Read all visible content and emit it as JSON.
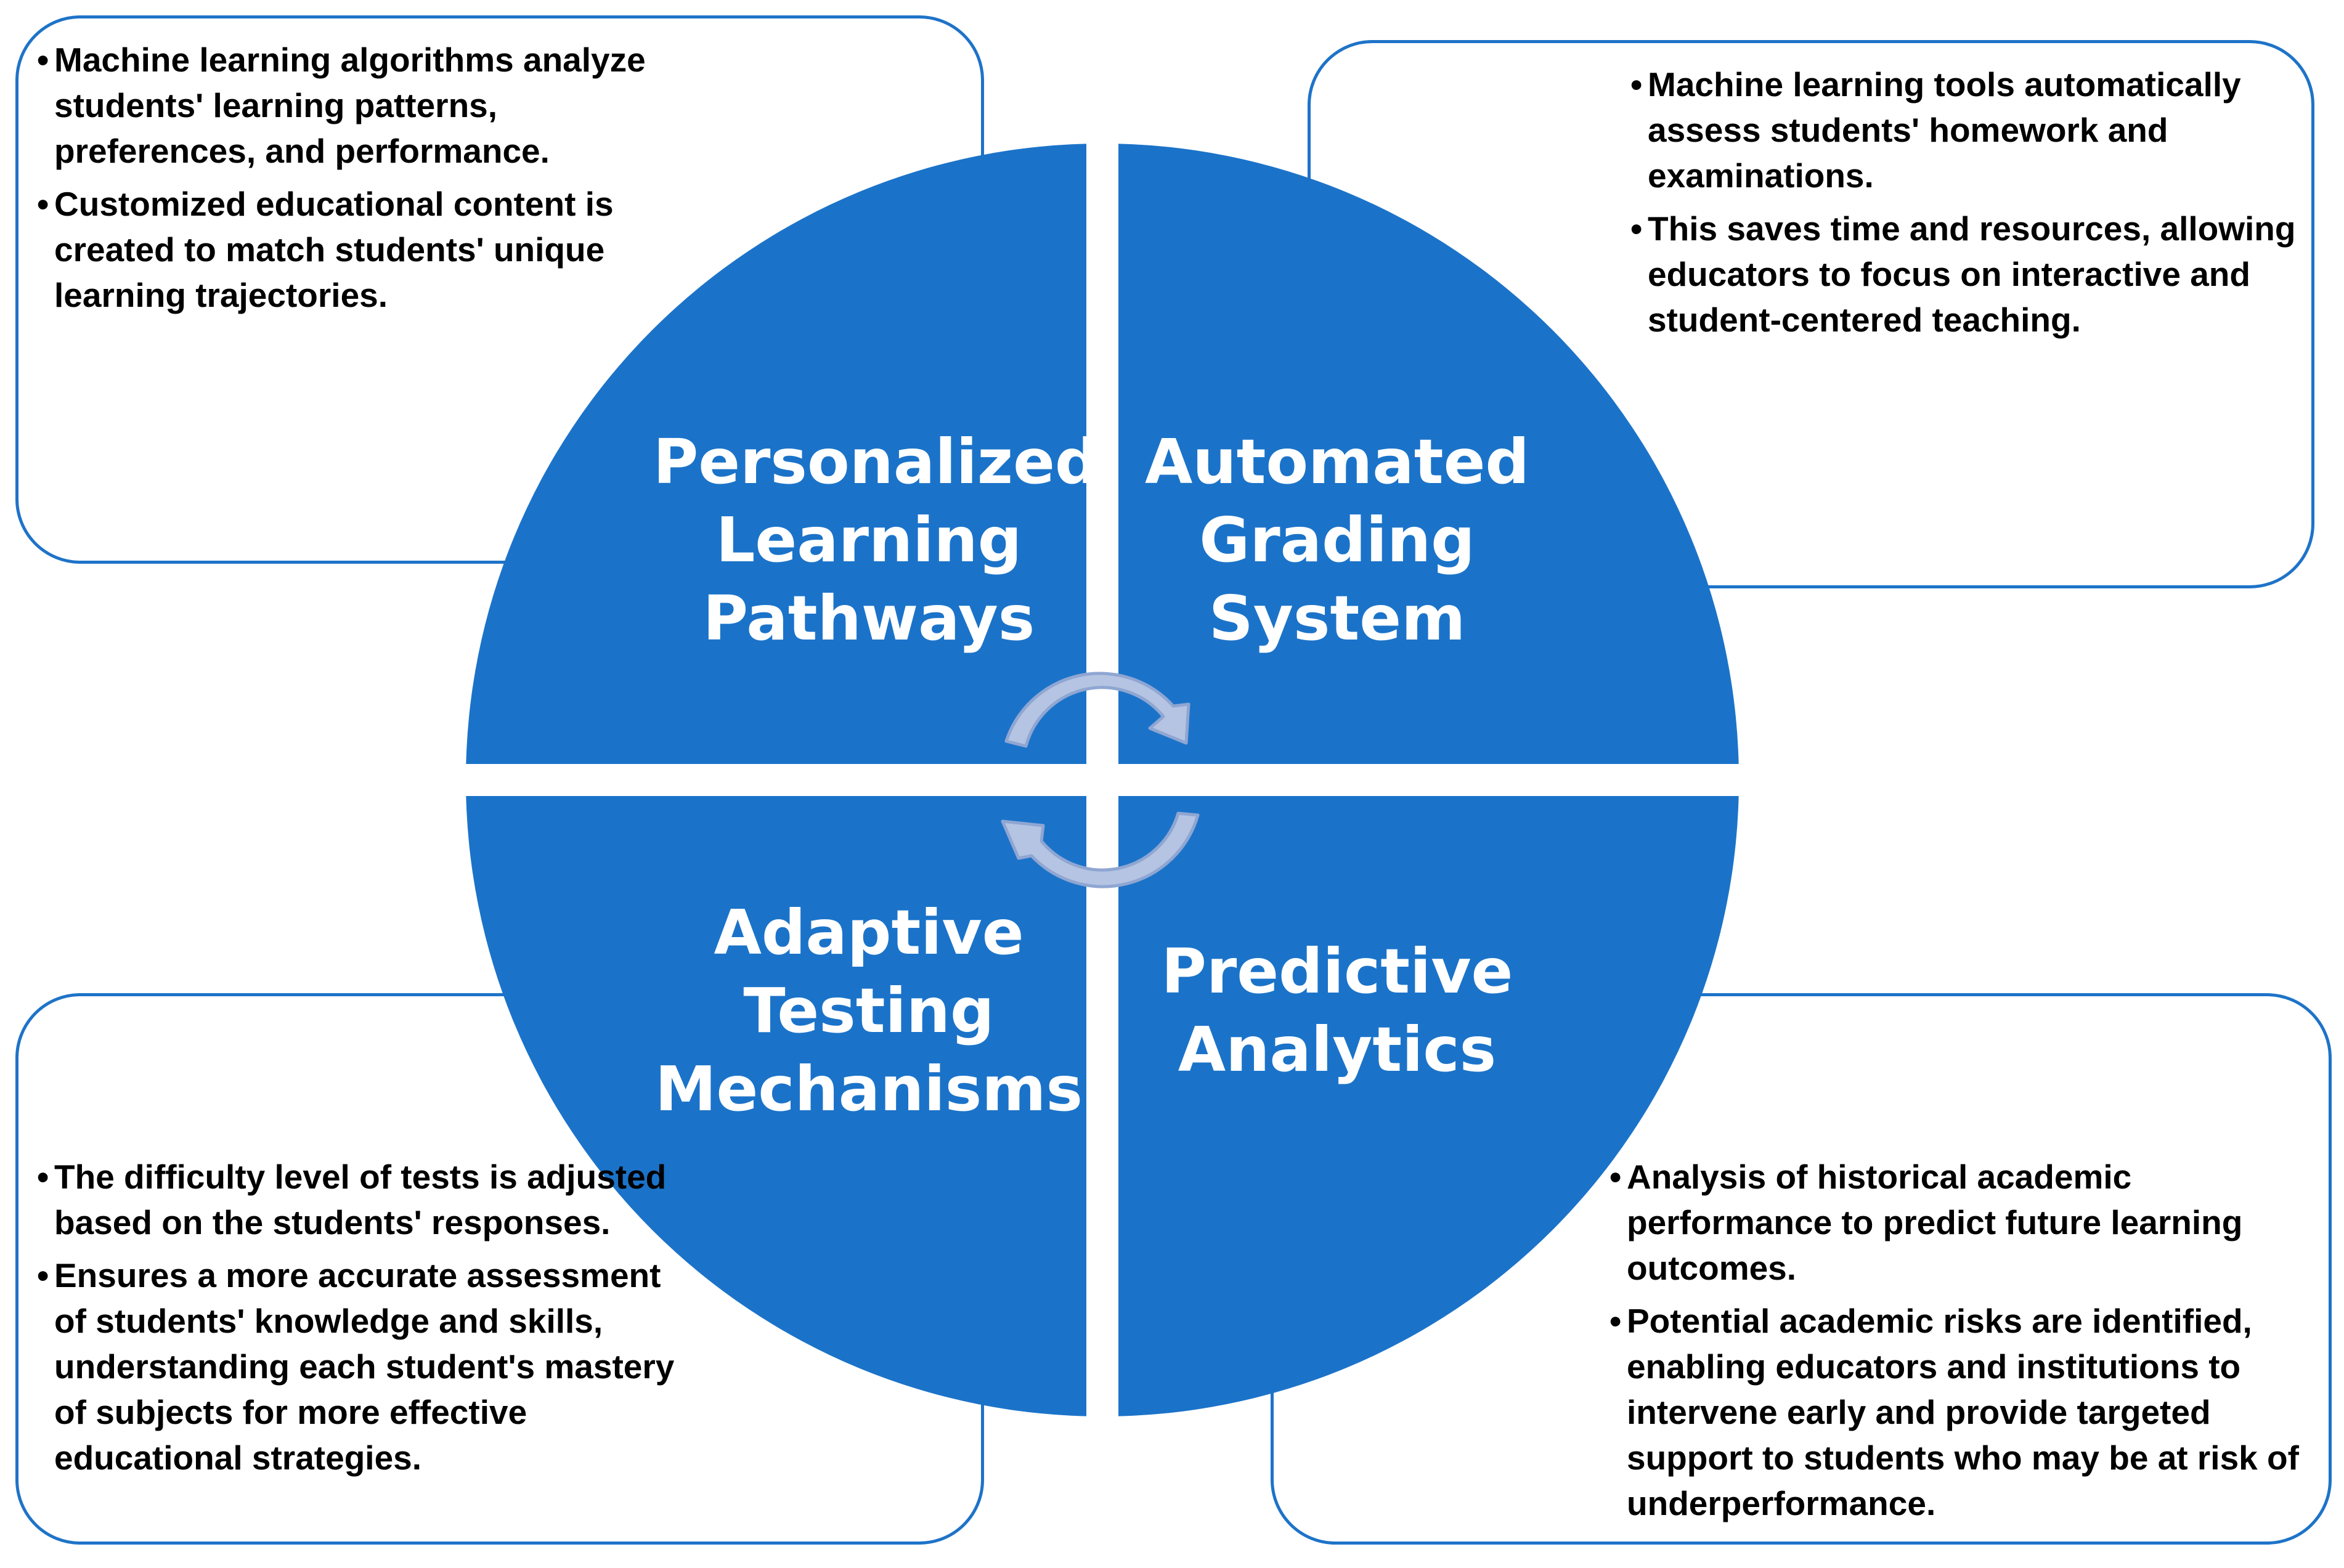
{
  "quadrants": {
    "top_left": {
      "title": "Personalized\nLearning\nPathways",
      "bullets": [
        "Machine learning algorithms analyze students' learning patterns, preferences, and performance.",
        "Customized educational content is created to match students' unique learning trajectories."
      ]
    },
    "top_right": {
      "title": "Automated\nGrading\nSystem",
      "bullets": [
        "Machine learning tools automatically assess students' homework and examinations.",
        "This saves time and resources, allowing educators to focus on interactive and student-centered teaching."
      ]
    },
    "bottom_left": {
      "title": "Adaptive\nTesting\nMechanisms",
      "bullets": [
        "The difficulty level of tests is adjusted based on the students' responses.",
        "Ensures a more accurate assessment of students' knowledge and skills, understanding each student's mastery of subjects for more effective educational strategies."
      ]
    },
    "bottom_right": {
      "title": "Predictive\nAnalytics",
      "bullets": [
        "Analysis of historical academic performance to predict future learning outcomes.",
        "Potential academic risks are identified, enabling educators and institutions to intervene early and provide targeted support to students who may be at risk of underperformance."
      ]
    }
  },
  "bullet_glyph": "•",
  "colors": {
    "circle_fill": "#1b73c9",
    "box_border": "#1e73c8",
    "arrow_fill": "#b4c4e2",
    "arrow_stroke": "#8fa6d2",
    "title_text": "#ffffff",
    "bullet_text": "#000000"
  },
  "icons": {
    "cycle_arrows": "circular-arrows-icon"
  }
}
